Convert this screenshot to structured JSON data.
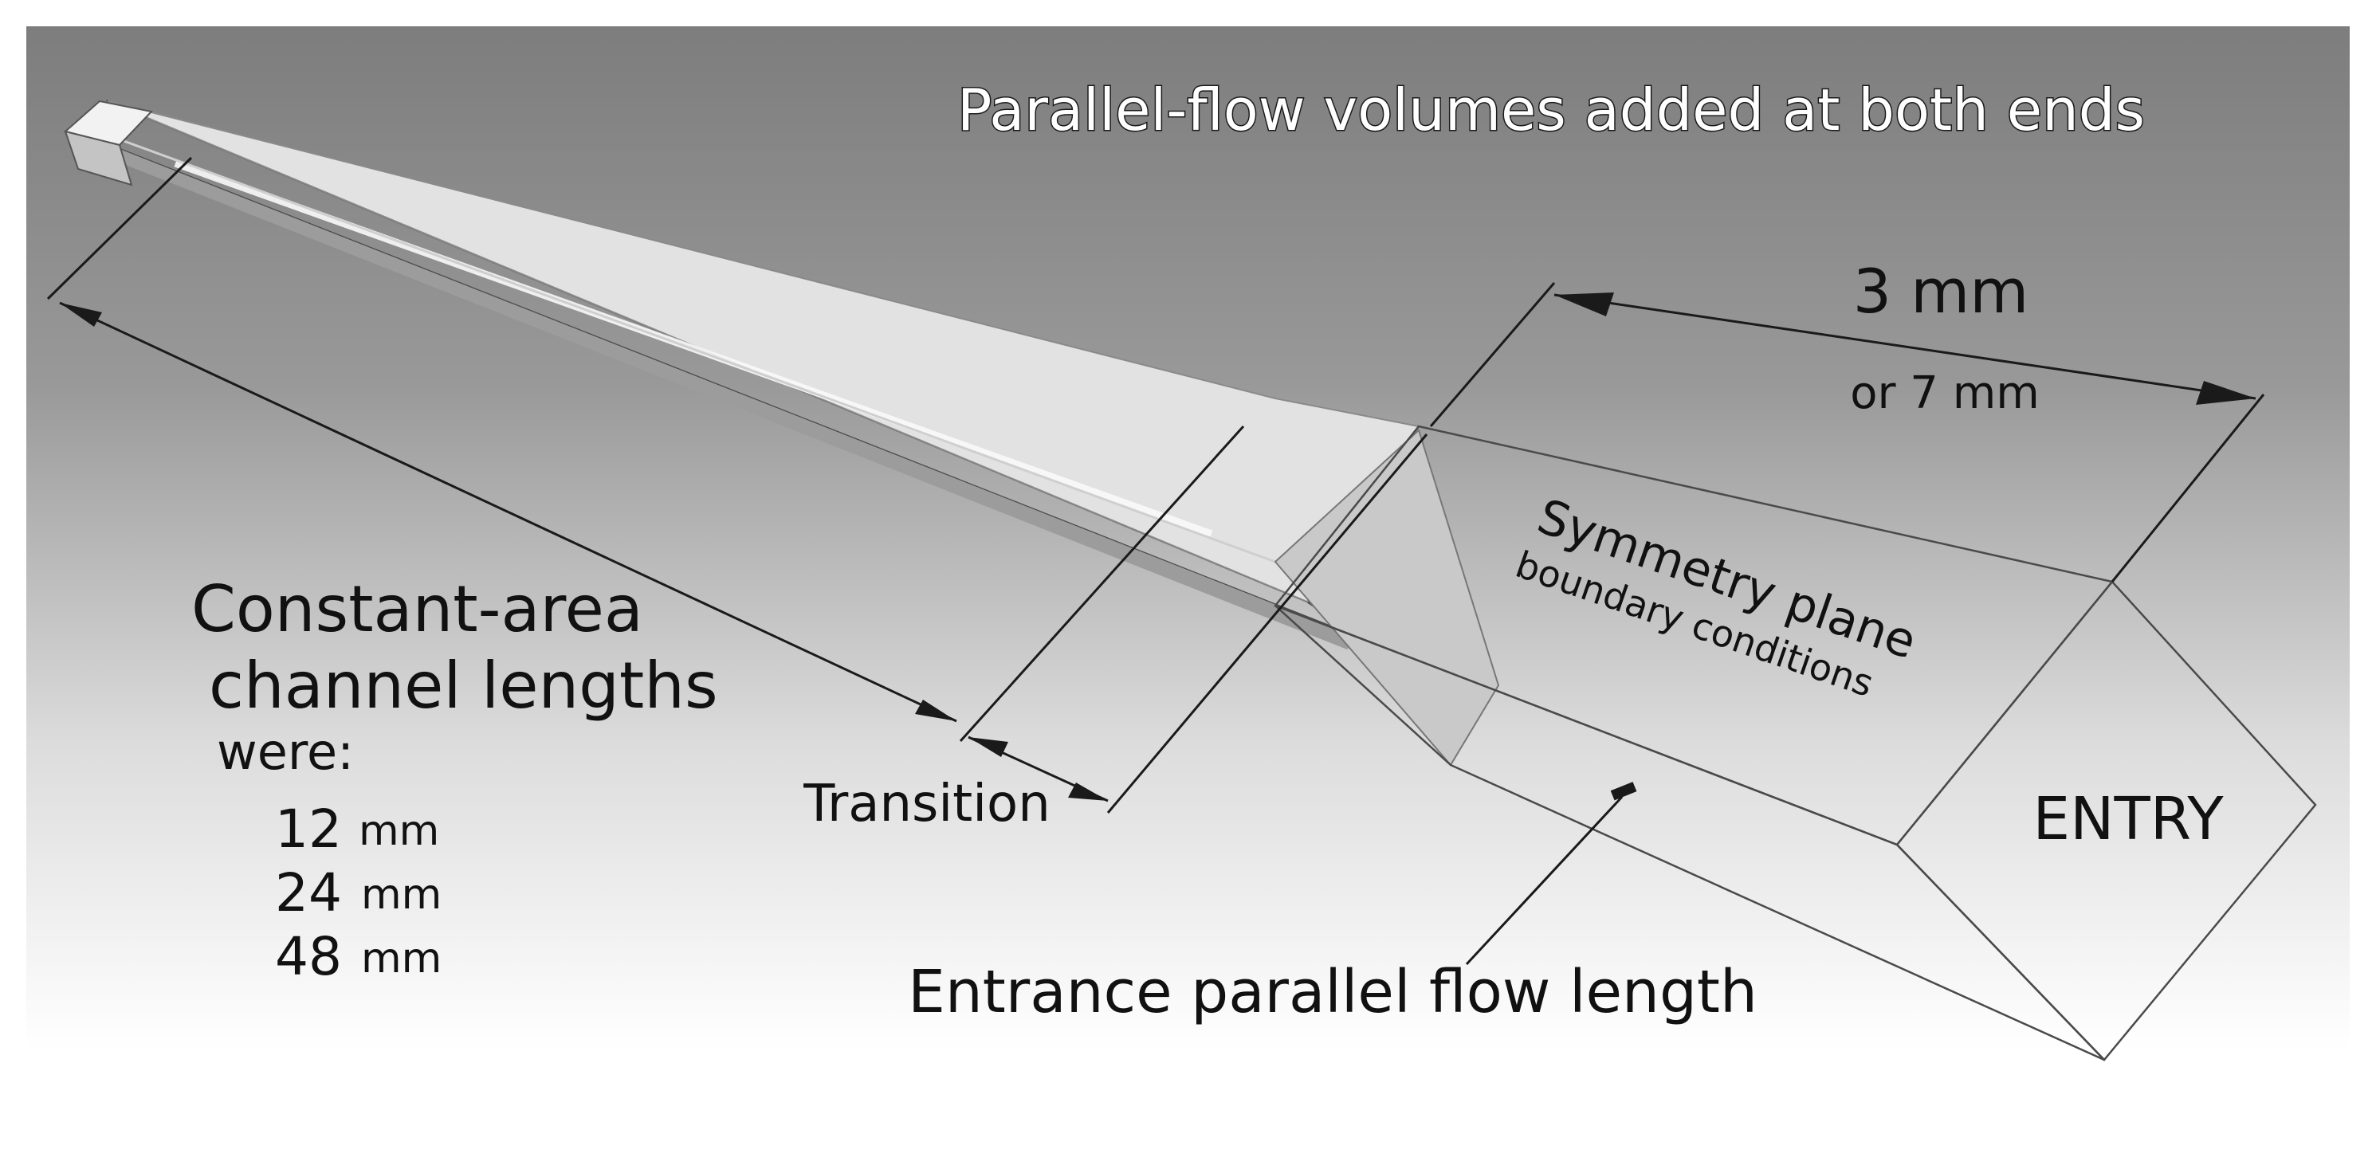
{
  "title": "Parallel-flow volumes added at both ends",
  "width_dimension": {
    "primary": "3 mm",
    "secondary": "or 7 mm"
  },
  "symmetry_label": {
    "line1": "Symmetry plane",
    "line2": "boundary conditions"
  },
  "entry_label": "ENTRY",
  "transition_label": "Transition",
  "entrance_label": "Entrance parallel flow length",
  "constant_area": {
    "line1": "Constant-area",
    "line2": "channel lengths",
    "line3": "were:",
    "lengths": [
      {
        "value": "12",
        "unit": "mm"
      },
      {
        "value": "24",
        "unit": "mm"
      },
      {
        "value": "48",
        "unit": "mm"
      }
    ]
  }
}
